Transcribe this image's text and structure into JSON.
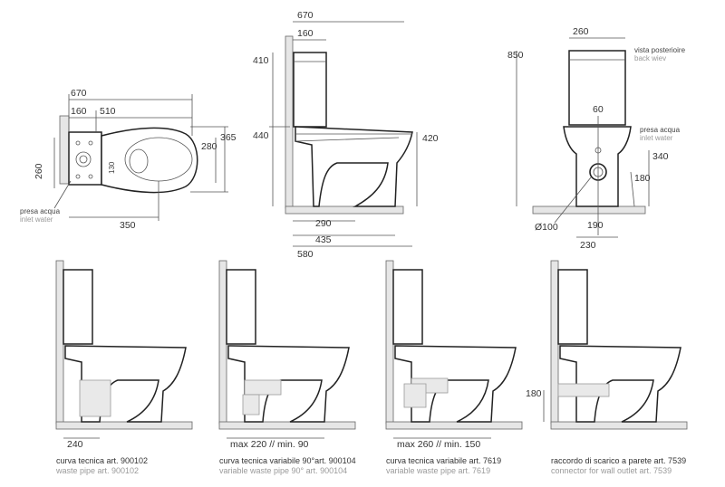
{
  "dimensions": {
    "top_view": {
      "total_width": "670",
      "tank_depth": "160",
      "bowl_depth": "510",
      "depth": "365",
      "bowl_width": "280",
      "height_offset": "260",
      "inlet_offset": "130",
      "pan_length": "350"
    },
    "side_view": {
      "total_width": "670",
      "tank_depth": "160",
      "tank_height": "410",
      "seat_height": "440",
      "rim_height": "420",
      "outlet_offset": "290",
      "outlet_axis": "435",
      "total_length": "580"
    },
    "rear_view": {
      "width": "260",
      "height": "850",
      "axis_offset": "60",
      "inlet_height": "340",
      "outlet_height": "180",
      "outlet_diameter": "Ø100",
      "outlet_spacing": "190",
      "base_width": "230"
    }
  },
  "labels": {
    "presa_acqua_it": "presa acqua",
    "inlet_water_en": "inlet water",
    "vista_posteriore_it": "vista posterioire",
    "back_view_en": "back wiev"
  },
  "bottom_dims": {
    "d1": "240",
    "d2": "max 220 // min. 90",
    "d3": "max 260 // min. 150",
    "d4": "180"
  },
  "captions": [
    {
      "it": "curva tecnica art. 900102",
      "en": "waste pipe art. 900102"
    },
    {
      "it": "curva tecnica variabile 90°art. 900104",
      "en": "variable waste pipe 90° art. 900104"
    },
    {
      "it": "curva tecnica variabile art. 7619",
      "en": "variable waste pipe art. 7619"
    },
    {
      "it": "raccordo di scarico a parete art. 7539",
      "en": "connector for wall outlet art. 7539"
    }
  ]
}
